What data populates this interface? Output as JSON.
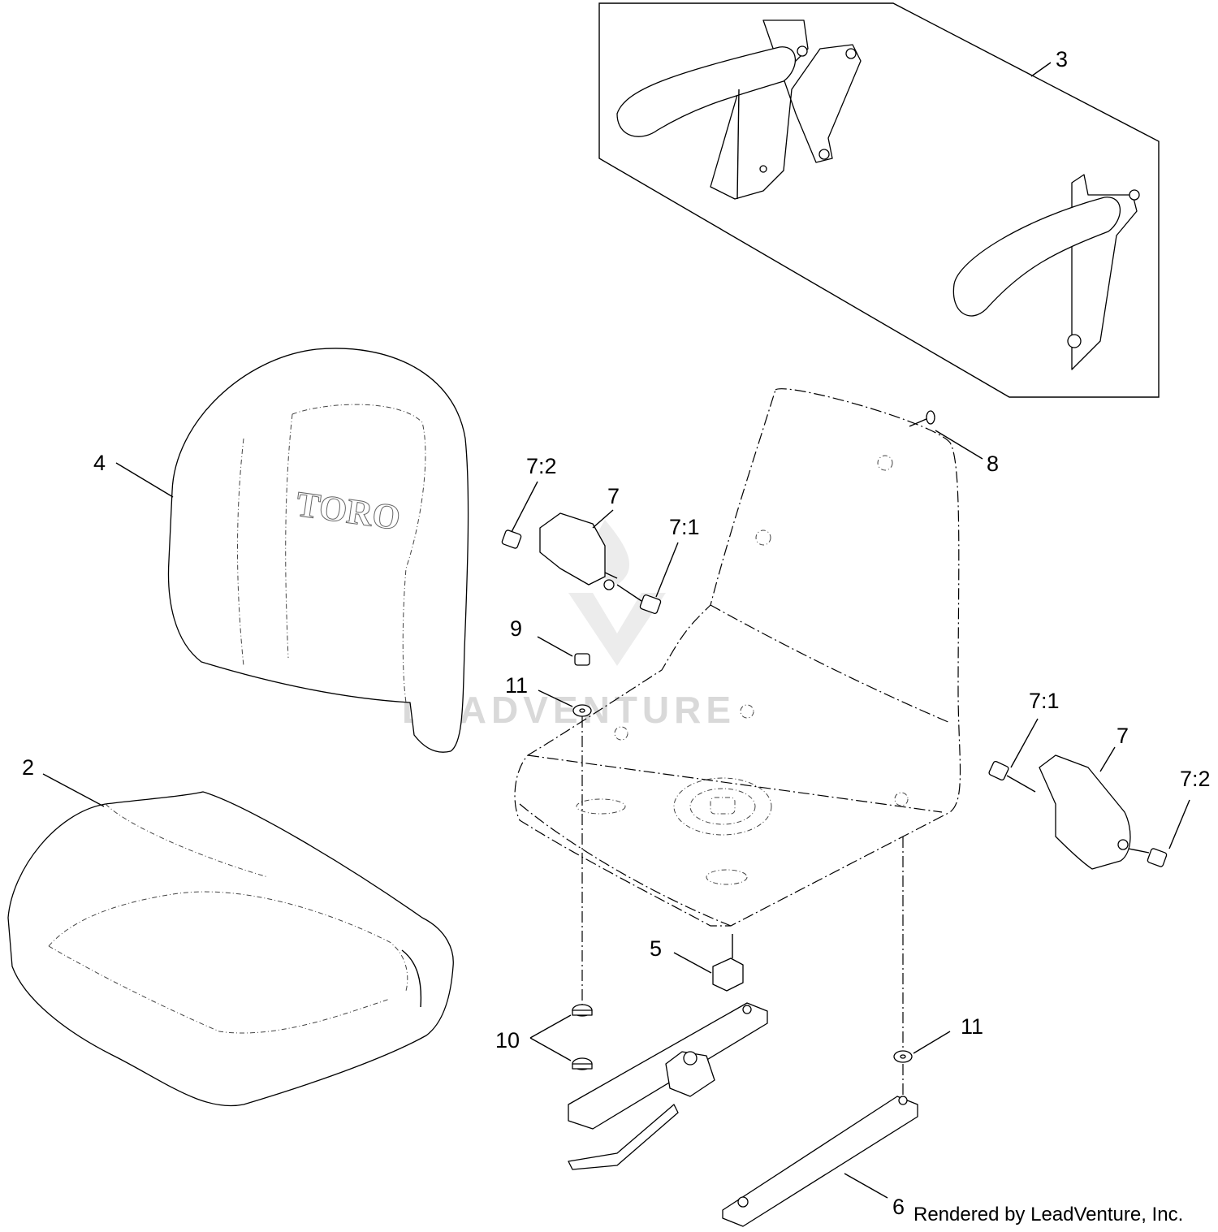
{
  "callouts": {
    "c3": "3",
    "c4": "4",
    "c2": "2",
    "c7_2_left": "7:2",
    "c7_left": "7",
    "c7_1_left": "7:1",
    "c8": "8",
    "c9": "9",
    "c11_left": "11",
    "c7_1_right": "7:1",
    "c7_right": "7",
    "c7_2_right": "7:2",
    "c5": "5",
    "c10": "10",
    "c11_right": "11",
    "c6": "6"
  },
  "seat_back_logo": "TORO",
  "watermark": "LEADVENTURE",
  "credit": "Rendered by LeadVenture, Inc."
}
